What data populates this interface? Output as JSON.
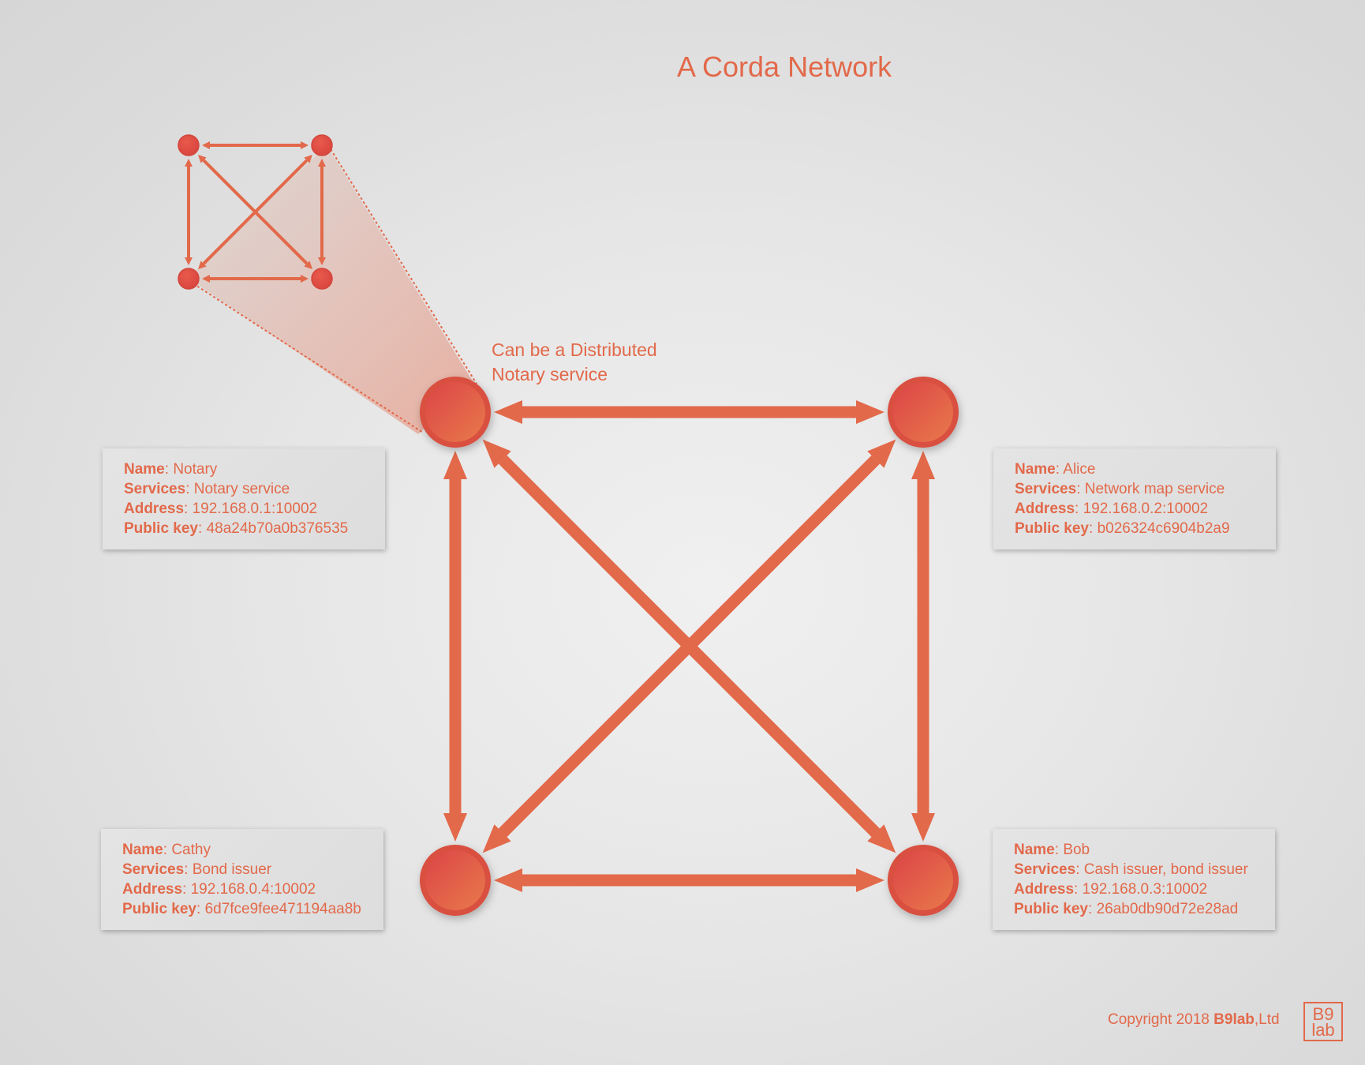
{
  "title": "A Corda Network",
  "caption": {
    "line1": "Can be a Distributed",
    "line2": "Notary service"
  },
  "colors": {
    "accent": "#e2694a",
    "node_fill": "#e05048",
    "background": "#e6e6e6"
  },
  "nodes": [
    {
      "id": "notary",
      "name_label": "Name",
      "name": "Notary",
      "services_label": "Services",
      "services": "Notary service",
      "address_label": "Address",
      "address": "192.168.0.1:10002",
      "pubkey_label": "Public key",
      "pubkey": "48a24b70a0b376535"
    },
    {
      "id": "alice",
      "name_label": "Name",
      "name": "Alice",
      "services_label": "Services",
      "services": "Network map service",
      "address_label": "Address",
      "address": "192.168.0.2:10002",
      "pubkey_label": "Public key",
      "pubkey": "b026324c6904b2a9"
    },
    {
      "id": "cathy",
      "name_label": "Name",
      "name": "Cathy",
      "services_label": "Services",
      "services": "Bond issuer",
      "address_label": "Address",
      "address": "192.168.0.4:10002",
      "pubkey_label": "Public key",
      "pubkey": "6d7fce9fee471194aa8b"
    },
    {
      "id": "bob",
      "name_label": "Name",
      "name": "Bob",
      "services_label": "Services",
      "services": "Cash issuer, bond issuer",
      "address_label": "Address",
      "address": "192.168.0.3:10002",
      "pubkey_label": "Public key",
      "pubkey": "26ab0db90d72e28ad"
    }
  ],
  "connections": [
    [
      "notary",
      "alice"
    ],
    [
      "notary",
      "cathy"
    ],
    [
      "notary",
      "bob"
    ],
    [
      "alice",
      "cathy"
    ],
    [
      "alice",
      "bob"
    ],
    [
      "cathy",
      "bob"
    ]
  ],
  "footer": {
    "copyright_prefix": "Copyright 2018 ",
    "brand": "B9lab",
    "suffix": ",Ltd",
    "logo_top": "B9",
    "logo_bottom": "lab"
  }
}
